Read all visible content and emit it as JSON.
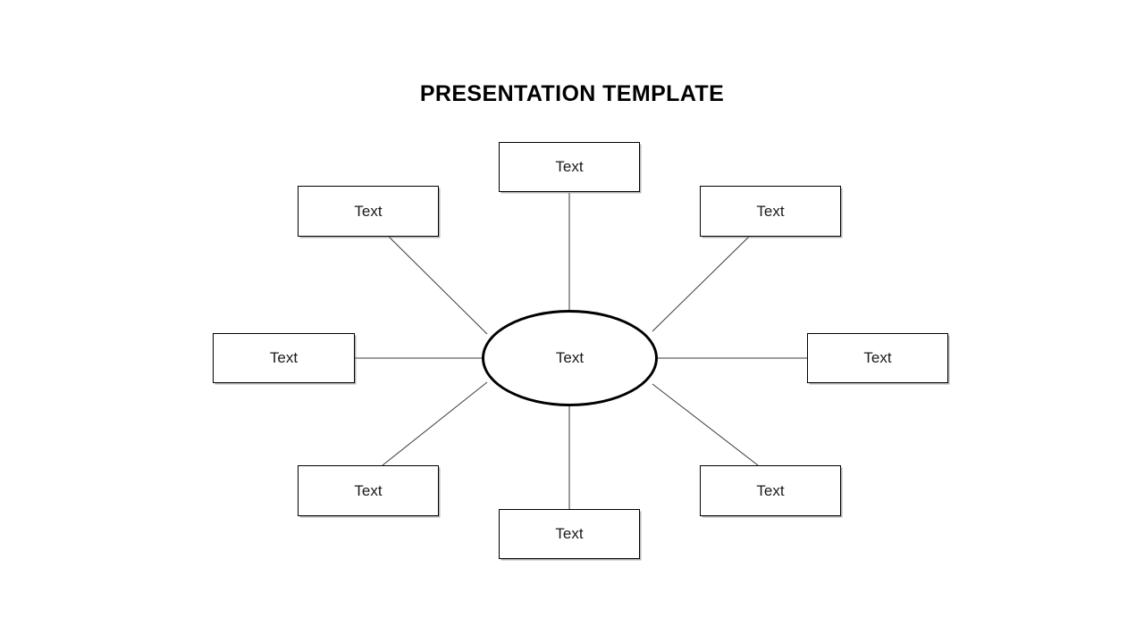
{
  "slide": {
    "title": "PRESENTATION TEMPLATE",
    "background_color": "#ffffff",
    "title_color": "#000000"
  },
  "diagram": {
    "type": "hub-and-spoke",
    "center": {
      "label": "Text",
      "shape": "ellipse",
      "border_color": "#000000",
      "fill_color": "#ffffff"
    },
    "spoke_count": 8,
    "connector_color": "#3a3a3a",
    "node_border_color": "#000000",
    "node_fill_color": "#ffffff",
    "nodes": [
      {
        "id": "top",
        "label": "Text",
        "position": "top-center"
      },
      {
        "id": "top-left",
        "label": "Text",
        "position": "upper-left"
      },
      {
        "id": "top-right",
        "label": "Text",
        "position": "upper-right"
      },
      {
        "id": "left",
        "label": "Text",
        "position": "middle-left"
      },
      {
        "id": "right",
        "label": "Text",
        "position": "middle-right"
      },
      {
        "id": "bottom-left",
        "label": "Text",
        "position": "lower-left"
      },
      {
        "id": "bottom-right",
        "label": "Text",
        "position": "lower-right"
      },
      {
        "id": "bottom",
        "label": "Text",
        "position": "bottom-center"
      }
    ]
  }
}
